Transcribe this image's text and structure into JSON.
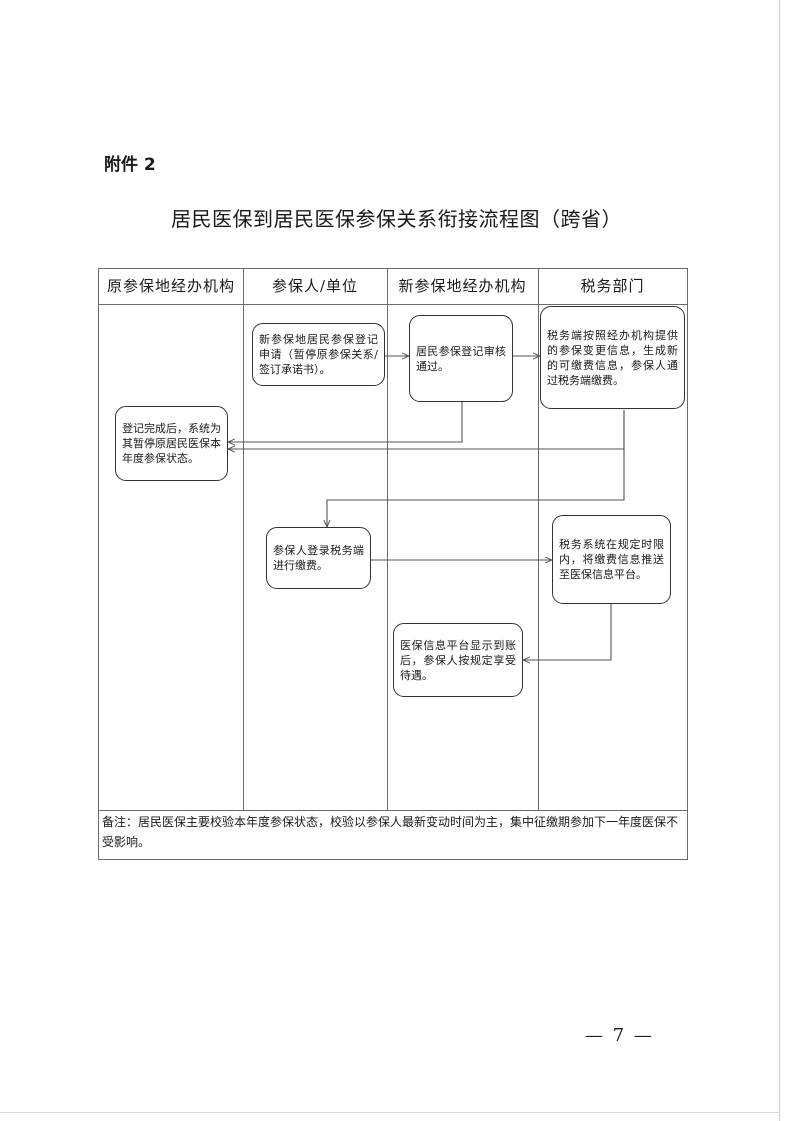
{
  "annex_label": "附件 2",
  "title": "居民医保到居民医保参保关系衔接流程图（跨省）",
  "lanes": [
    "原参保地经办机构",
    "参保人/单位",
    "新参保地经办机构",
    "税务部门"
  ],
  "steps": {
    "apply": "新参保地居民参保登记申请（暂停原参保关系/签订承诺书）。",
    "review": "居民参保登记审核通过。",
    "tax_info": "税务端按照经办机构提供的参保变更信息，生成新的可缴费信息，参保人通过税务端缴费。",
    "suspend": "登记完成后，系统为其暂停原居民医保本年度参保状态。",
    "pay": "参保人登录税务端进行缴费。",
    "push": "税务系统在规定时限内，将缴费信息推送至医保信息平台。",
    "benefit": "医保信息平台显示到账后，参保人按规定享受待遇。"
  },
  "note": "备注：居民医保主要校验本年度参保状态，校验以参保人最新变动时间为主，集中征缴期参加下一年度医保不受影响。",
  "page_number": "— 7 —",
  "colors": {
    "line": "#555555",
    "border": "#333333"
  }
}
